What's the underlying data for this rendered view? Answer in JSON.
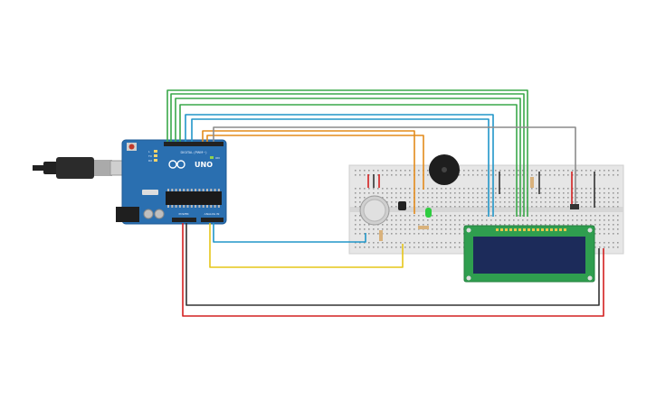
{
  "board": {
    "brand": "UNO",
    "digital_label": "DIGITAL (PWM~)",
    "power_label": "POWER",
    "analog_label": "ANALOG IN",
    "tx_label": "TX",
    "rx_label": "RX",
    "l_label": "L",
    "on_label": "ON"
  },
  "colors": {
    "board": "#2a6fb0",
    "breadboard": "#e6e6e6",
    "lcd_pcb": "#2f9e4f",
    "lcd_screen": "#1c2b5a",
    "wire_green": "#3aa84a",
    "wire_blue": "#2196c9",
    "wire_orange": "#e38b1c",
    "wire_yellow": "#e6c619",
    "wire_red": "#d32020",
    "wire_black": "#333333",
    "wire_gray": "#8c8c8c"
  }
}
